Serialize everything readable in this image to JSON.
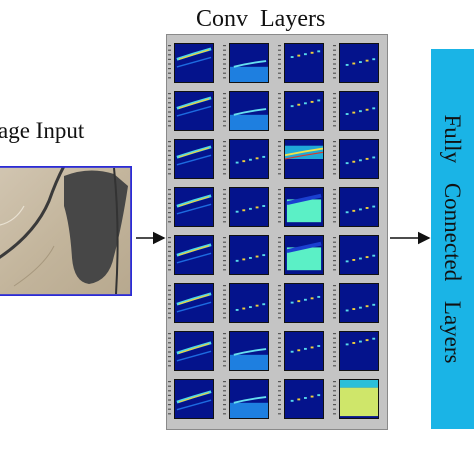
{
  "input": {
    "label": "age Input"
  },
  "conv": {
    "title": "Conv  Layers",
    "grid": [
      [
        "a",
        "c",
        "d",
        "d"
      ],
      [
        "a",
        "c",
        "d",
        "d"
      ],
      [
        "a",
        "d",
        "b",
        "d"
      ],
      [
        "a",
        "d",
        "e",
        "d"
      ],
      [
        "a",
        "d",
        "e",
        "d"
      ],
      [
        "a",
        "d",
        "d",
        "d"
      ],
      [
        "a",
        "c",
        "d",
        "d"
      ],
      [
        "a",
        "c",
        "d",
        "f"
      ]
    ]
  },
  "fc": {
    "label": "Fully  Connected  Layers"
  },
  "colors": {
    "tile_bg": "#04138c",
    "fc_box": "#1ab4e6",
    "panel": "#c4c4c4",
    "input_border": "#2b2bd6",
    "arrow": "#111111"
  }
}
